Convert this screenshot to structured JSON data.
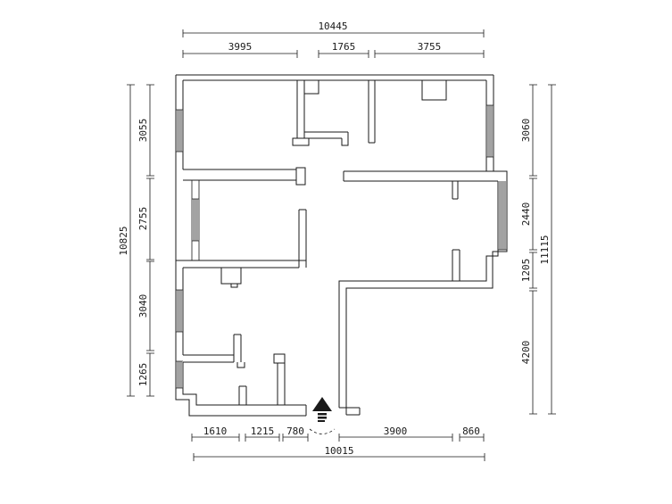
{
  "drawing": {
    "type": "floor-plan",
    "background_color": "#ffffff",
    "line_color": "#1a1a1a",
    "symbols": {
      "entrance_marker": "entrance-arrow"
    }
  },
  "dims": {
    "top": {
      "overall": "10445",
      "segments": [
        "3995",
        "1765",
        "3755"
      ]
    },
    "left": {
      "overall": "10825",
      "segments": [
        "3055",
        "2755",
        "3040",
        "1265"
      ]
    },
    "right": {
      "overall": "11115",
      "segments": [
        "3060",
        "2440",
        "1205",
        "4200"
      ]
    },
    "bottom": {
      "overall": "10015",
      "segments": [
        "1610",
        "1215",
        "780",
        "3900",
        "860"
      ]
    }
  }
}
